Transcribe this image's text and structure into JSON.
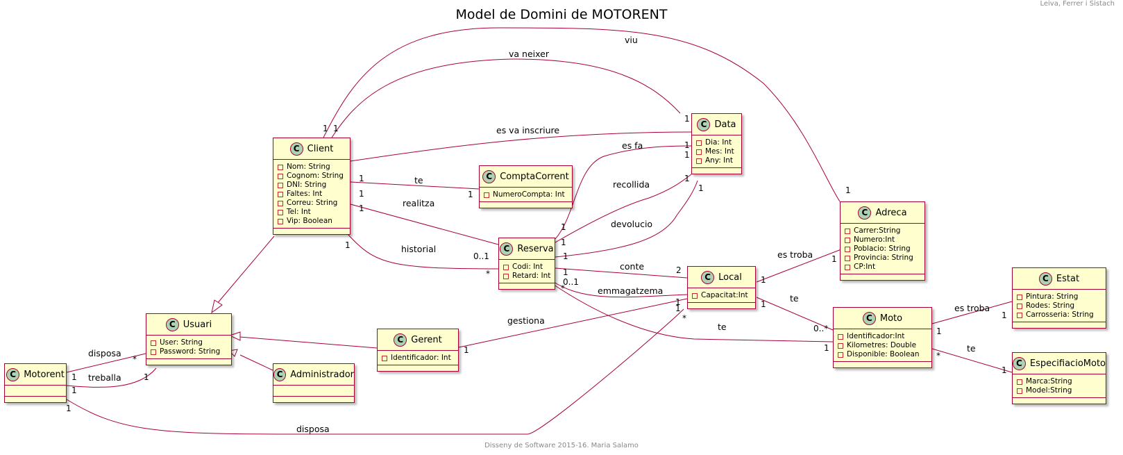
{
  "header": {
    "title": "Model de Domini de MOTORENT",
    "authors": "Leiva, Ferrer i Sistach",
    "footer": "Disseny de Software 2015-16. Maria Salamo"
  },
  "colors": {
    "class_fill": "#FEFECE",
    "class_border": "#A80036",
    "badge_fill": "#ADD1B2",
    "private_marker": "#C82930",
    "association_line": "#A80036"
  },
  "classes": {
    "client": {
      "name": "Client",
      "stereotype": "C",
      "attrs": [
        "Nom: String",
        "Cognom: String",
        "DNI: String",
        "Faltes: Int",
        "Correu: String",
        "Tel: Int",
        "Vip: Boolean"
      ]
    },
    "data": {
      "name": "Data",
      "stereotype": "C",
      "attrs": [
        "Dia: Int",
        "Mes: Int",
        "Any: Int"
      ]
    },
    "compta": {
      "name": "ComptaCorrent",
      "stereotype": "C",
      "attrs": [
        "NumeroCompta: Int"
      ]
    },
    "adreca": {
      "name": "Adreca",
      "stereotype": "C",
      "attrs": [
        "Carrer:String",
        "Numero:Int",
        "Poblacio: String",
        "Provincia: String",
        "CP:Int"
      ]
    },
    "reserva": {
      "name": "Reserva",
      "stereotype": "C",
      "attrs": [
        "Codi: Int",
        "Retard: Int"
      ]
    },
    "local": {
      "name": "Local",
      "stereotype": "C",
      "attrs": [
        "Capacitat:Int"
      ]
    },
    "estat": {
      "name": "Estat",
      "stereotype": "C",
      "attrs": [
        "Pintura: String",
        "Rodes: String",
        "Carrosseria: String"
      ]
    },
    "moto": {
      "name": "Moto",
      "stereotype": "C",
      "attrs": [
        "Identificador:Int",
        "Kilometres: Double",
        "Disponible: Boolean"
      ]
    },
    "usuari": {
      "name": "Usuari",
      "stereotype": "C",
      "attrs": [
        "User: String",
        "Password: String"
      ]
    },
    "gerent": {
      "name": "Gerent",
      "stereotype": "C",
      "attrs": [
        "Identificador: Int"
      ]
    },
    "motorent": {
      "name": "Motorent",
      "stereotype": "C",
      "attrs": []
    },
    "administrador": {
      "name": "Administrador",
      "stereotype": "C",
      "attrs": []
    },
    "especificacio": {
      "name": "EspecifiacioMoto",
      "stereotype": "C",
      "attrs": [
        "Marca:String",
        "Model:String"
      ]
    }
  },
  "associations": {
    "viu": {
      "label": "viu",
      "from": "Client",
      "to": "Adreca",
      "m1": "1",
      "m2": "1"
    },
    "va_neixer": {
      "label": "va neixer",
      "from": "Client",
      "to": "Data",
      "m1": "1",
      "m2": "1"
    },
    "es_va_inscriure": {
      "label": "es va inscriure",
      "from": "Client",
      "to": "Data"
    },
    "te_compta": {
      "label": "te",
      "from": "Client",
      "to": "ComptaCorrent",
      "m1": "1",
      "m2": "1"
    },
    "realitza": {
      "label": "realitza",
      "from": "Client",
      "to": "Reserva",
      "m1": "1",
      "m2": "0..1"
    },
    "historial": {
      "label": "historial",
      "from": "Client",
      "to": "Reserva",
      "m1": "1",
      "m2": "*"
    },
    "es_fa": {
      "label": "es fa",
      "from": "Reserva",
      "to": "Data",
      "m1": "1",
      "m2": "1"
    },
    "recollida": {
      "label": "recollida",
      "from": "Reserva",
      "to": "Data",
      "m1": "1",
      "m2": "1"
    },
    "devolucio": {
      "label": "devolucio",
      "from": "Reserva",
      "to": "Data",
      "m1": "1",
      "m2": "1"
    },
    "conte": {
      "label": "conte",
      "from": "Reserva",
      "to": "Local",
      "m1": "1",
      "m2": "2"
    },
    "emmagatzema": {
      "label": "emmagatzema",
      "from": "Reserva",
      "to": "Local",
      "m1": "0..1",
      "m2": "1"
    },
    "te_moto_reserva": {
      "label": "te",
      "from": "Reserva",
      "to": "Moto",
      "m1": "*",
      "m2": "1"
    },
    "es_troba_adreca": {
      "label": "es troba",
      "from": "Local",
      "to": "Adreca",
      "m1": "1",
      "m2": "1"
    },
    "te_moto_local": {
      "label": "te",
      "from": "Local",
      "to": "Moto",
      "m1": "1",
      "m2": "0..*"
    },
    "es_troba_estat": {
      "label": "es troba",
      "from": "Moto",
      "to": "Estat",
      "m1": "1",
      "m2": "1"
    },
    "te_especificacio": {
      "label": "te",
      "from": "Moto",
      "to": "EspecifiacioMoto",
      "m1": "*",
      "m2": "1"
    },
    "gestiona": {
      "label": "gestiona",
      "from": "Gerent",
      "to": "Local",
      "m1": "1",
      "m2": "1"
    },
    "disposa_usuari": {
      "label": "disposa",
      "from": "Motorent",
      "to": "Usuari",
      "m1": "1",
      "m2": "*"
    },
    "treballa": {
      "label": "treballa",
      "from": "Motorent",
      "to": "Usuari",
      "m1": "1",
      "m2": "1"
    },
    "disposa_local": {
      "label": "disposa",
      "from": "Motorent",
      "to": "Local",
      "m1": "1",
      "m2": "*"
    }
  }
}
